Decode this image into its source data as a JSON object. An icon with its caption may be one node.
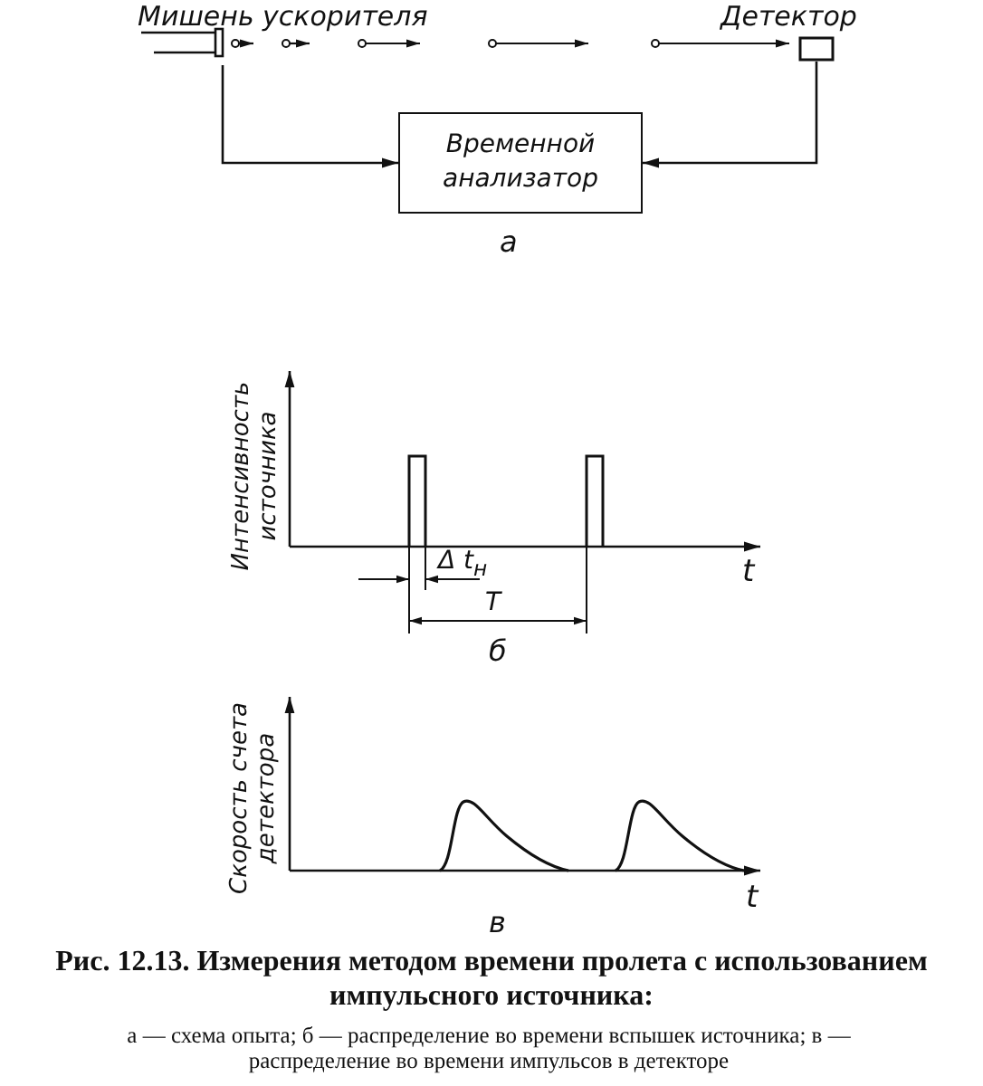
{
  "diagram": {
    "caption": "Рис. 12.13. Измерения методом времени пролета с использованием импульсного источника:",
    "nodes": [
      {
        "text": [
          "Мишень ускорителя"
        ]
      },
      {
        "text": [
          "Детектор"
        ]
      },
      {
        "text": [
          "Временной анализатор"
        ]
      }
    ],
    "edges": [
      {
        "from": 0,
        "to": 2,
        "arrow": "to"
      },
      {
        "from": 1,
        "to": 2,
        "arrow": "to"
      }
    ],
    "labels": [
      "а",
      "Интенсивность источника",
      "t",
      "Δ t$_{н}$",
      "T",
      "б",
      "Скорость счета детектора",
      "t",
      "в",
      "а — схема опыта; б — распределение во времени вспышек источника; в — распределение во времени импульсов в детекторе"
    ]
  }
}
